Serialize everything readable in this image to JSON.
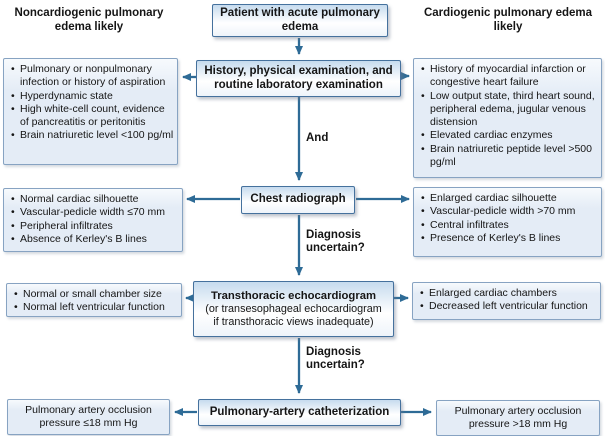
{
  "headers": {
    "left": "Noncardiogenic pulmonary edema likely",
    "right": "Cardiogenic pulmonary edema likely"
  },
  "flow": {
    "patient": "Patient with acute pulmonary edema",
    "history": "History, physical examination, and routine laboratory examination",
    "and_label": "And",
    "chest_radiograph": "Chest radiograph",
    "diagnosis_uncertain_1": "Diagnosis uncertain?",
    "diagnosis_uncertain_2": "Diagnosis uncertain?",
    "echo_title": "Transthoracic echocardiogram",
    "echo_note_line1": "(or transesophageal echocardiogram",
    "echo_note_line2": "if transthoracic views inadequate)",
    "catheterization": "Pulmonary-artery catheterization"
  },
  "noncardiogenic": {
    "exam_findings": [
      "Pulmonary or nonpulmonary infection or history of aspiration",
      "Hyperdynamic state",
      "High white-cell count, evidence of pancreatitis or peritonitis",
      "Brain natriuretic level <100 pg/ml"
    ],
    "radiograph_findings": [
      "Normal cardiac silhouette",
      "Vascular-pedicle width ≤70 mm",
      "Peripheral infiltrates",
      "Absence of Kerley's B lines"
    ],
    "echo_findings": [
      "Normal or small chamber size",
      "Normal left ventricular function"
    ],
    "catheter_finding": "Pulmonary artery occlusion pressure ≤18 mm Hg"
  },
  "cardiogenic": {
    "exam_findings": [
      "History of myocardial infarction or congestive heart failure",
      "Low output state, third heart sound, peripheral edema, jugular venous distension",
      "Elevated cardiac enzymes",
      "Brain natriuretic peptide level >500 pg/ml"
    ],
    "radiograph_findings": [
      "Enlarged cardiac silhouette",
      "Vascular-pedicle width >70 mm",
      "Central infiltrates",
      "Presence of Kerley's B lines"
    ],
    "echo_findings": [
      "Enlarged cardiac chambers",
      "Decreased left ventricular function"
    ],
    "catheter_finding": "Pulmonary artery occlusion pressure >18 mm Hg"
  },
  "colors": {
    "arrow": "#2e6b96",
    "center_box_border": "#45719d",
    "side_box_border": "#87a3c2",
    "side_box_fill": "#e4ecf6"
  }
}
